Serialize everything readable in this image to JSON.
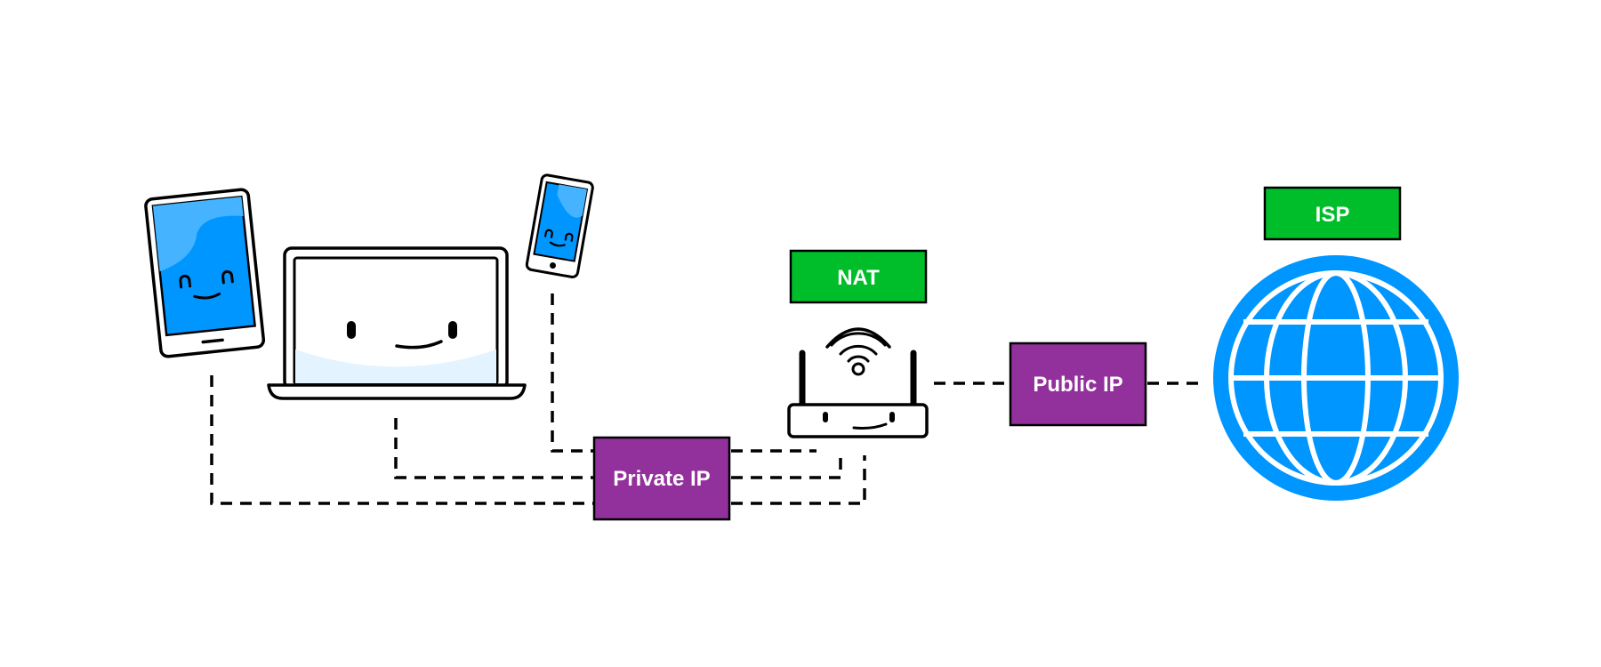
{
  "labels": {
    "nat": "NAT",
    "isp": "ISP",
    "private_ip": "Private IP",
    "public_ip": "Public IP"
  },
  "colors": {
    "green_box": "#00be2a",
    "purple_box": "#93319c",
    "screen_blue": "#0096ff",
    "globe_blue": "#0096ff",
    "line": "#000000"
  },
  "icons": [
    "tablet-icon",
    "laptop-icon",
    "smartphone-icon",
    "wifi-router-icon",
    "globe-icon"
  ]
}
